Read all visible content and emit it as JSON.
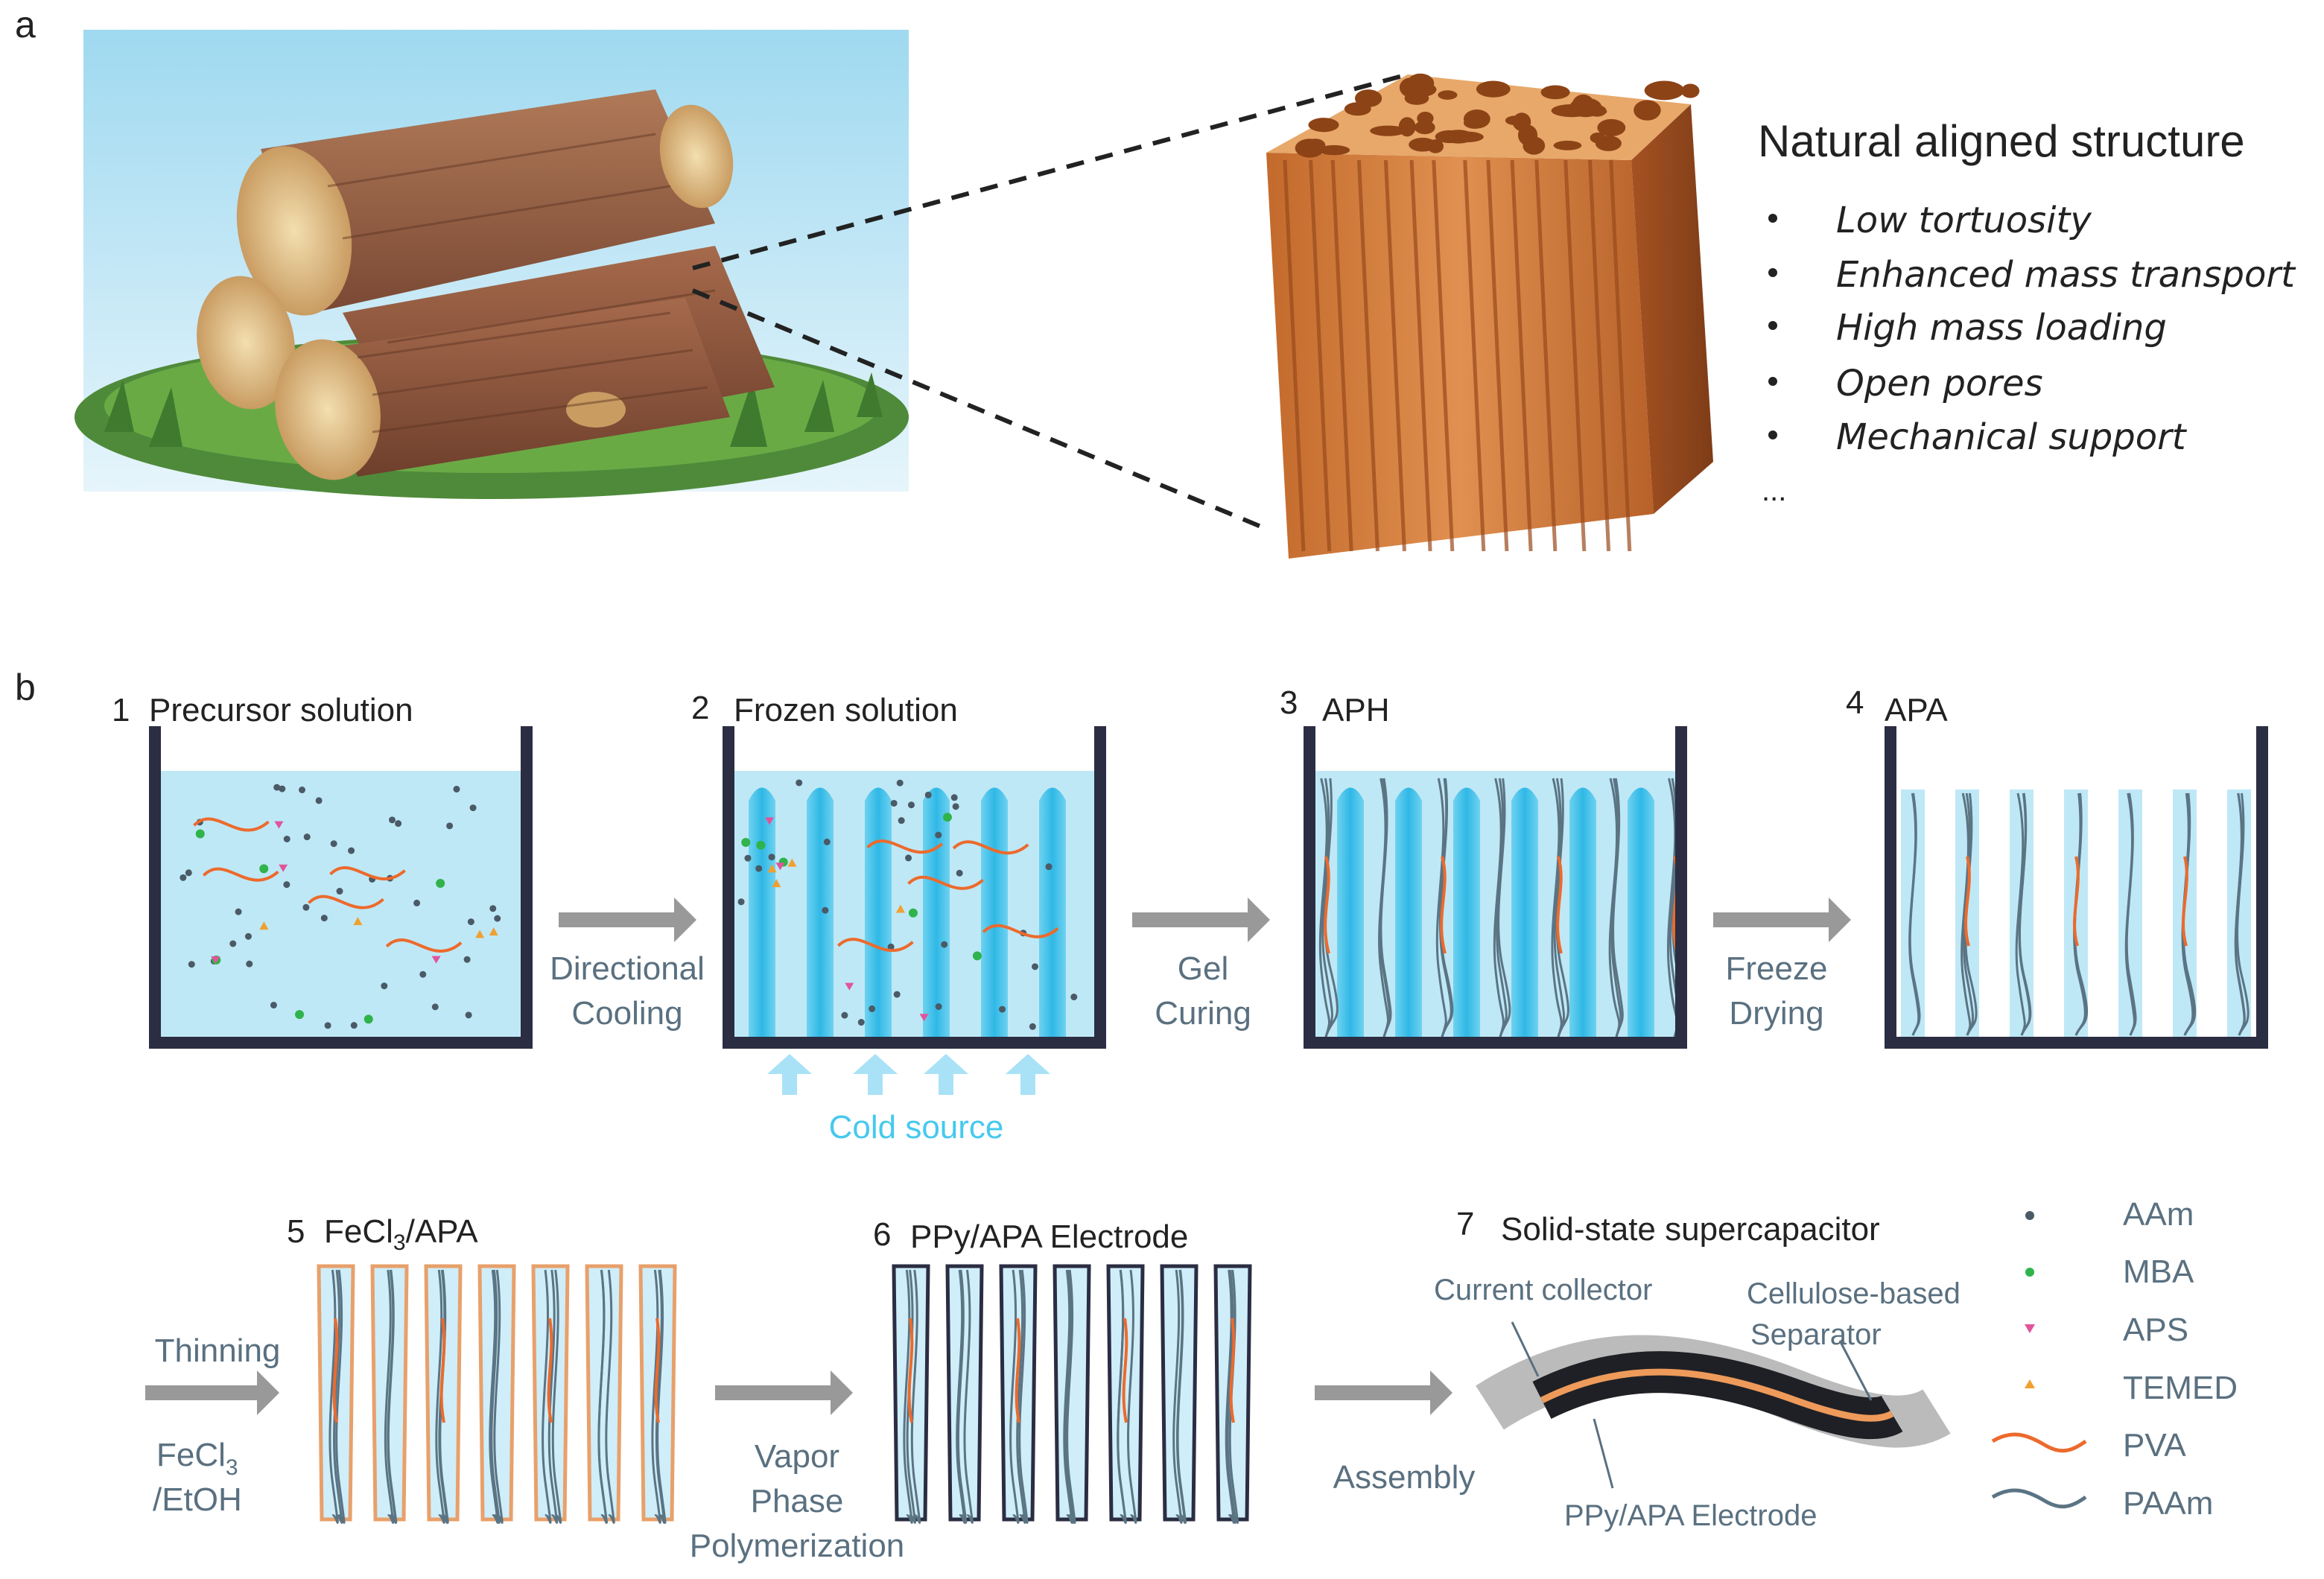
{
  "panel_a": {
    "label": "a",
    "title": "Natural aligned structure",
    "features": [
      "Low tortuosity",
      "Enhanced mass transport",
      "High mass loading",
      "Open pores",
      "Mechanical support"
    ],
    "ellipsis": "..."
  },
  "panel_b": {
    "label": "b",
    "steps": {
      "s1": {
        "num": "1",
        "title": "Precursor solution"
      },
      "s2": {
        "num": "2",
        "title": "Frozen solution"
      },
      "s3": {
        "num": "3",
        "title": "APH"
      },
      "s4": {
        "num": "4",
        "title": "APA"
      },
      "s5": {
        "num": "5",
        "title_pre": "FeCl",
        "title_sub": "3",
        "title_post": "/APA"
      },
      "s6": {
        "num": "6",
        "title": "PPy/APA Electrode"
      },
      "s7": {
        "num": "7",
        "title": "Solid-state supercapacitor"
      }
    },
    "arrows": {
      "a1": [
        "Directional",
        "Cooling"
      ],
      "a2": [
        "Gel",
        "Curing"
      ],
      "a3": [
        "Freeze",
        "Drying"
      ],
      "a4_top": "Thinning",
      "a4_pre": "FeCl",
      "a4_sub": "3",
      "a4_bottom": "/EtOH",
      "a5": [
        "Vapor",
        "Phase",
        "Polymerization"
      ],
      "a6": "Assembly"
    },
    "cold_source": "Cold source",
    "device": {
      "current_collector": "Current collector",
      "separator": [
        "Cellulose-based",
        "Separator"
      ],
      "electrode": "PPy/APA Electrode"
    },
    "legend": [
      {
        "label": "AAm",
        "kind": "dot",
        "color": "#4a5a66"
      },
      {
        "label": "MBA",
        "kind": "dot",
        "color": "#2fb34a"
      },
      {
        "label": "APS",
        "kind": "triangle",
        "color": "#e0559a"
      },
      {
        "label": "TEMED",
        "kind": "triangle",
        "color": "#f0a030"
      },
      {
        "label": "PVA",
        "kind": "wave",
        "color": "#ec6a2c"
      },
      {
        "label": "PAAm",
        "kind": "wave",
        "color": "#5b7484"
      }
    ]
  },
  "colors": {
    "water": "#bfe8f6",
    "ice": "#3fc3ea",
    "container": "#2b2d42",
    "arrow": "#999999",
    "step_text": "#5a7080",
    "cold": "#46c9ee",
    "pva": "#ec6a2c",
    "wood": "#c97436"
  }
}
